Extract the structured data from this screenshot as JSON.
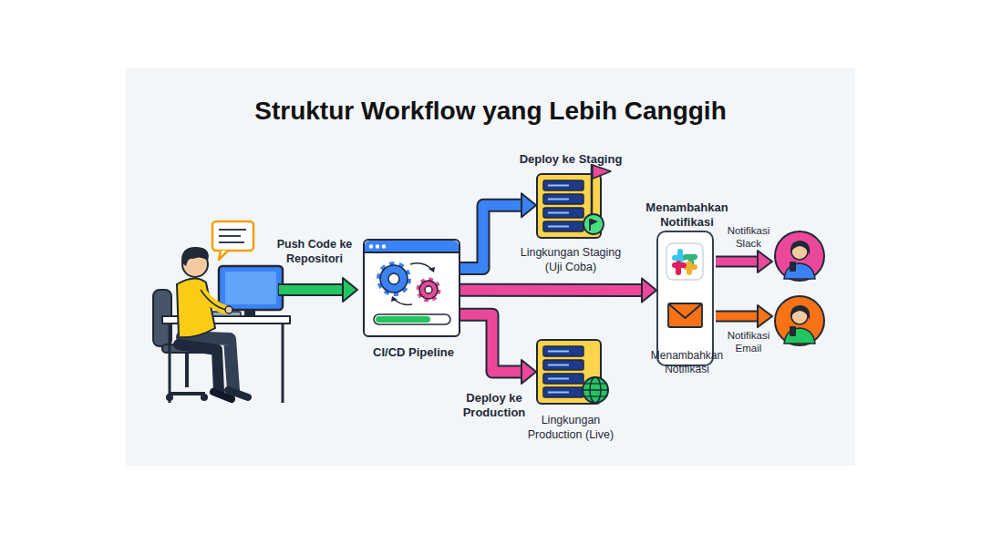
{
  "diagram": {
    "title": "Struktur Workflow yang Lebih Canggih",
    "nodes": [
      {
        "text": [
          "CI/CD Pipeline"
        ]
      },
      {
        "text": [
          "Deploy ke Staging",
          "Lingkungan Staging (Uji Coba)"
        ]
      },
      {
        "text": [
          "Deploy ke Production",
          "Lingkungan Production (Live)"
        ]
      },
      {
        "text": [
          "Menambahkan Notifikasi",
          "Menambahkan Notifikasi"
        ]
      }
    ],
    "edges": [
      {
        "from": 0,
        "to": 1,
        "arrow": "to"
      },
      {
        "from": 0,
        "to": 3,
        "arrow": "to"
      },
      {
        "from": 0,
        "to": 2,
        "arrow": "to"
      }
    ],
    "labels": [
      "Push Code ke Repositori",
      "Notifikasi Slack",
      "Notifikasi Email"
    ]
  }
}
